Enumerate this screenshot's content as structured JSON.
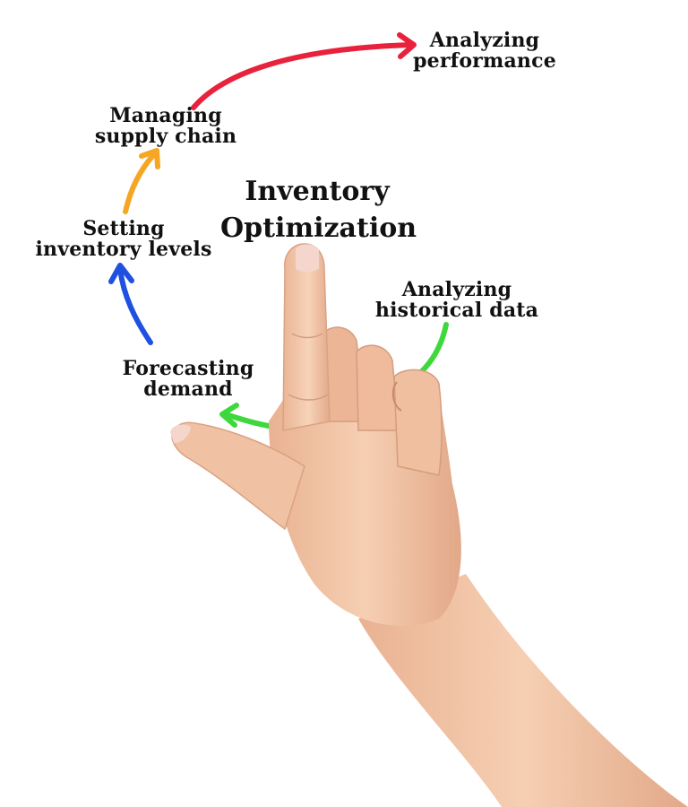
{
  "diagram": {
    "title": {
      "line1": "Inventory",
      "line2": "Optimization"
    },
    "steps": [
      {
        "line1": "Analyzing",
        "line2": "historical  data",
        "arrow_color": "#3fd83c"
      },
      {
        "line1": "Forecasting",
        "line2": "demand",
        "arrow_color": "#3fd83c"
      },
      {
        "line1": "Setting",
        "line2": "inventory levels",
        "arrow_color": "#2050e0"
      },
      {
        "line1": "Managing",
        "line2": "supply chain",
        "arrow_color": "#f5a623"
      },
      {
        "line1": "Analyzing",
        "line2": "performance",
        "arrow_color": "#e8223c"
      }
    ]
  },
  "colors": {
    "background": "#ffffff",
    "text": "#111111",
    "skin": "#f2c5a6",
    "skin_shadow": "#d9a283",
    "nail": "#f4d6cc"
  }
}
